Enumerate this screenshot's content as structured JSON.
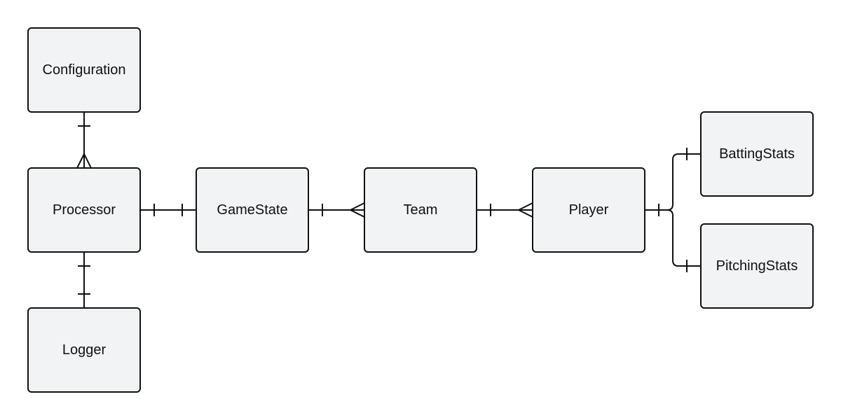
{
  "entities": {
    "configuration": "Configuration",
    "processor": "Processor",
    "logger": "Logger",
    "gamestate": "GameState",
    "team": "Team",
    "player": "Player",
    "battingstats": "BattingStats",
    "pitchingstats": "PitchingStats"
  },
  "relationships": [
    {
      "from": "Configuration",
      "to": "Processor",
      "from_cardinality": "one",
      "to_cardinality": "many"
    },
    {
      "from": "Processor",
      "to": "Logger",
      "from_cardinality": "one",
      "to_cardinality": "one"
    },
    {
      "from": "Processor",
      "to": "GameState",
      "from_cardinality": "one",
      "to_cardinality": "one"
    },
    {
      "from": "GameState",
      "to": "Team",
      "from_cardinality": "one",
      "to_cardinality": "many"
    },
    {
      "from": "Team",
      "to": "Player",
      "from_cardinality": "one",
      "to_cardinality": "many"
    },
    {
      "from": "Player",
      "to": "BattingStats",
      "from_cardinality": "one",
      "to_cardinality": "one"
    },
    {
      "from": "Player",
      "to": "PitchingStats",
      "from_cardinality": "one",
      "to_cardinality": "one"
    }
  ],
  "colors": {
    "entity_fill": "#f2f3f5",
    "stroke": "#111111",
    "text": "#111111",
    "background": "#ffffff"
  }
}
